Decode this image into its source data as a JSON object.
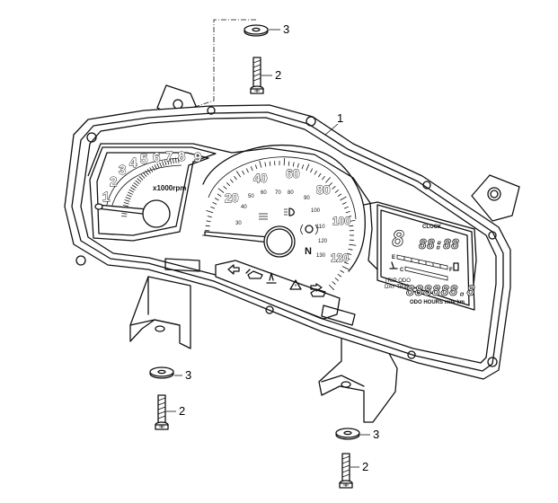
{
  "callouts": {
    "instrument_panel": "1",
    "screw": "2",
    "washer": "3"
  },
  "tachometer": {
    "scale": [
      "1",
      "2",
      "3",
      "4",
      "5",
      "6",
      "7",
      "8",
      "9"
    ],
    "unit": "x1000rpm"
  },
  "speedometer": {
    "outer_scale": [
      "20",
      "40",
      "60",
      "80",
      "100",
      "120"
    ],
    "inner_scale": [
      "30",
      "40",
      "50",
      "60",
      "70",
      "80",
      "90",
      "100",
      "110",
      "120",
      "130"
    ],
    "neutral": "N"
  },
  "lcd": {
    "clock_label": "CLOCK",
    "clock_value": "88:88",
    "fuel_e": "E",
    "fuel_f": "F",
    "temp_c": "C",
    "trip_labels": "TRIP ODO",
    "trip_labels2": "DAY TRIP",
    "odometer": "888888.8",
    "odo_units": "ODO HOURS mile km"
  }
}
